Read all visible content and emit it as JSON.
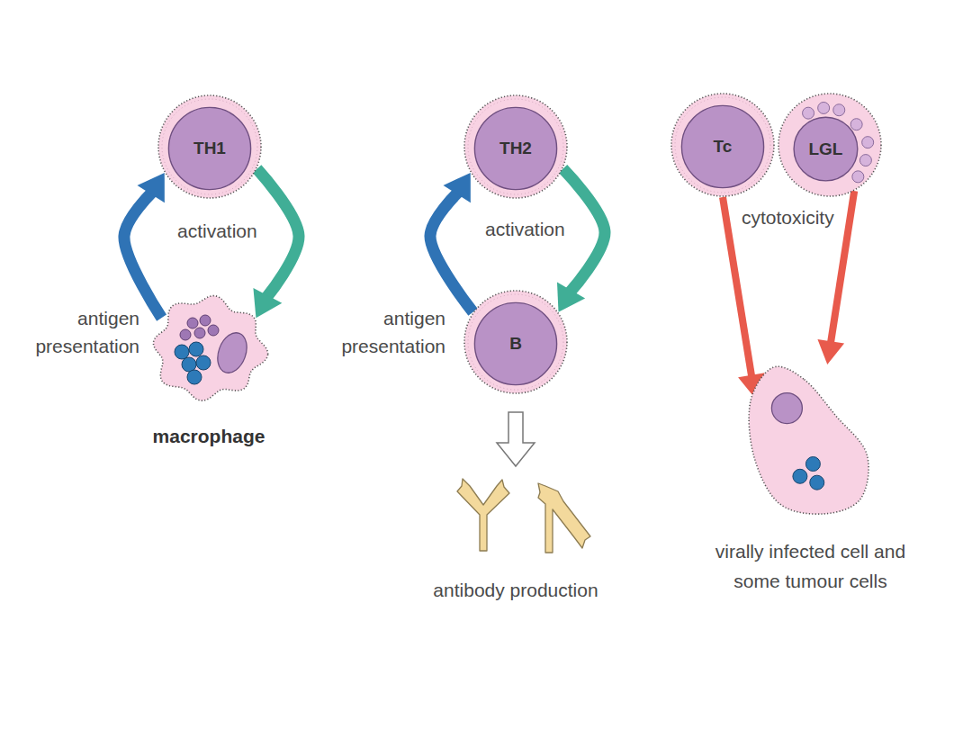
{
  "diagram": {
    "nodes": [
      {
        "text": [
          "TH1"
        ]
      },
      {
        "text": [
          "macrophage"
        ]
      },
      {
        "text": [
          "TH2"
        ]
      },
      {
        "text": [
          "B"
        ]
      },
      {
        "text": [
          "Tc"
        ]
      },
      {
        "text": [
          "LGL"
        ]
      },
      {
        "text": [
          "virally infected cell and some tumour cells"
        ]
      }
    ],
    "edges": [
      {
        "from": 1,
        "to": 0,
        "arrow": "to",
        "label": "antigen presentation"
      },
      {
        "from": 0,
        "to": 1,
        "arrow": "to",
        "label": "activation"
      },
      {
        "from": 3,
        "to": 2,
        "arrow": "to",
        "label": "antigen presentation"
      },
      {
        "from": 2,
        "to": 3,
        "arrow": "to",
        "label": "activation"
      },
      {
        "from": 4,
        "to": 6,
        "arrow": "to"
      },
      {
        "from": 5,
        "to": 6,
        "arrow": "to"
      }
    ],
    "labels": [
      "cytotoxicity",
      "antibody production"
    ]
  }
}
